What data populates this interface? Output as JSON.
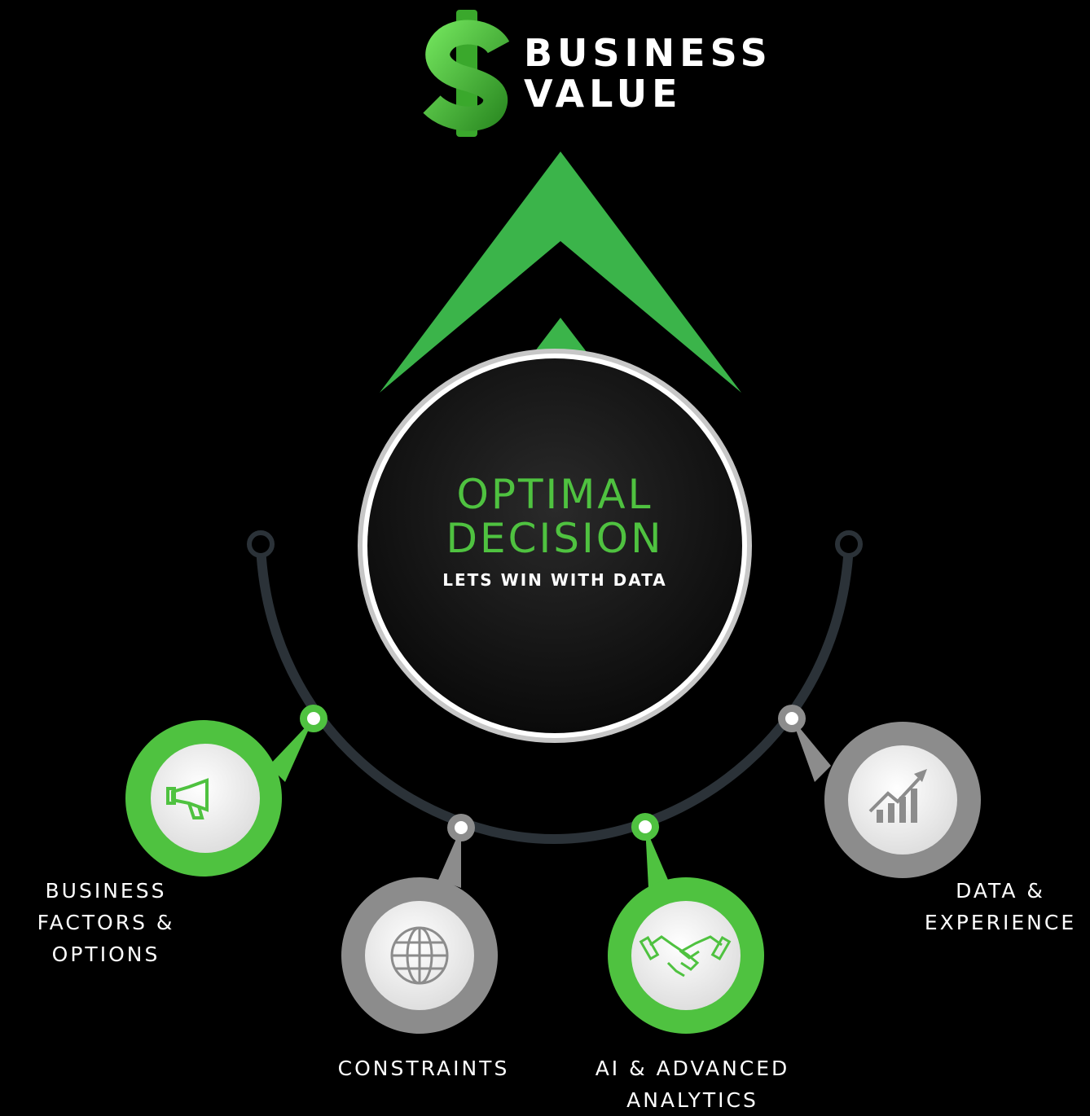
{
  "header": {
    "title_line1": "BUSINESS",
    "title_line2": "VALUE",
    "logo_icon": "dollar-sign-icon"
  },
  "center": {
    "title_line1": "OPTIMAL",
    "title_line2": "DECISION",
    "subtitle": "LETS WIN WITH DATA"
  },
  "items": [
    {
      "line1": "BUSINESS",
      "line2": "FACTORS &",
      "line3": "OPTIONS",
      "icon": "megaphone-icon",
      "accent": "#4fc240"
    },
    {
      "line1": "CONSTRAINTS",
      "icon": "globe-icon",
      "accent": "#8c8c8c"
    },
    {
      "line1": "AI & ADVANCED",
      "line2": "ANALYTICS",
      "icon": "handshake-icon",
      "accent": "#4fc240"
    },
    {
      "line1": "DATA &",
      "line2": "EXPERIENCE",
      "icon": "growth-chart-icon",
      "accent": "#8c8c8c"
    }
  ],
  "colors": {
    "background": "#000000",
    "green": "#4fc240",
    "gray": "#8c8c8c",
    "arc": "#2b3238"
  }
}
